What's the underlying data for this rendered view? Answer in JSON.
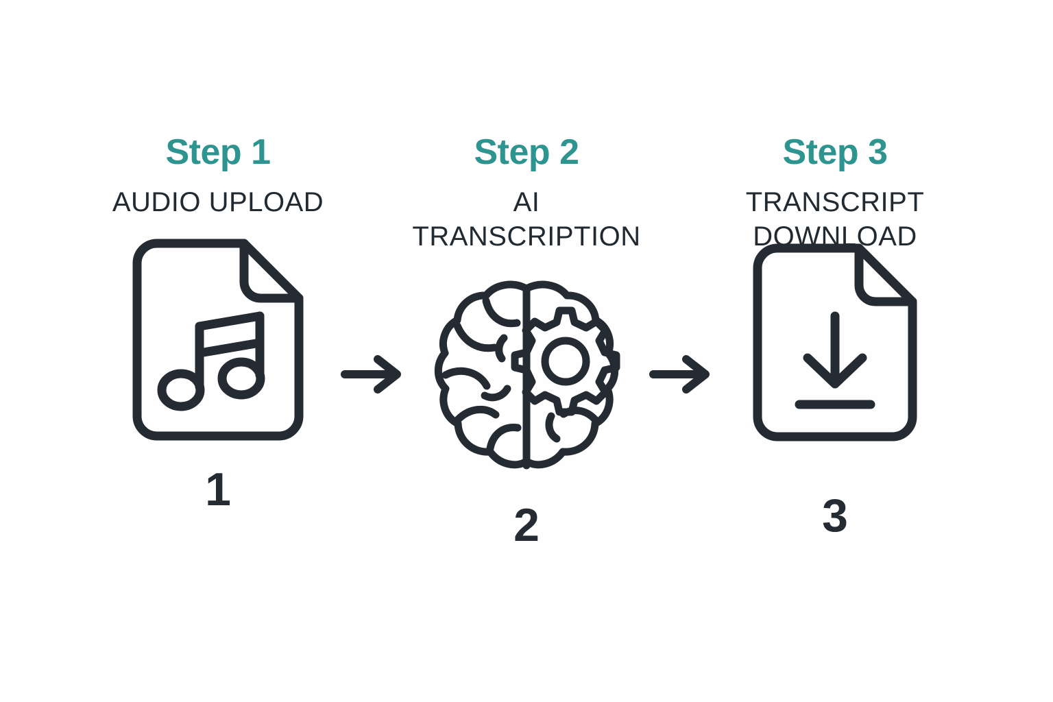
{
  "theme": {
    "background": "#fefefe",
    "accent_teal": "#2d9490",
    "ink_dark": "#242b33"
  },
  "steps": [
    {
      "title": "Step 1",
      "label": "AUDIO UPLOAD",
      "number": "1",
      "icon": "audio-file-icon"
    },
    {
      "title": "Step 2",
      "label": "AI TRANSCRIPTION",
      "number": "2",
      "icon": "brain-gear-icon"
    },
    {
      "title": "Step 3",
      "label": "TRANSCRIPT\nDOWNLOAD",
      "number": "3",
      "icon": "download-file-icon"
    }
  ],
  "connectors": [
    {
      "name": "arrow-1-to-2",
      "glyph": "right-arrow-icon"
    },
    {
      "name": "arrow-2-to-3",
      "glyph": "right-arrow-icon"
    }
  ]
}
